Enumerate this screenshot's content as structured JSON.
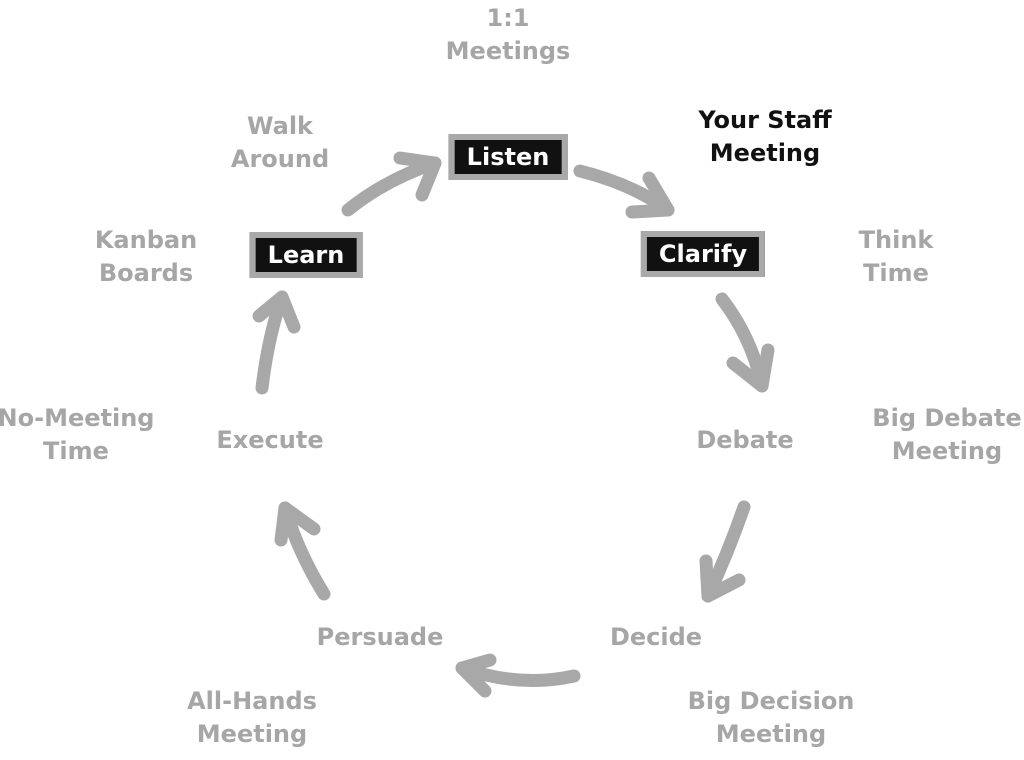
{
  "cycle": {
    "steps": {
      "listen": "Listen",
      "clarify": "Clarify",
      "debate": "Debate",
      "decide": "Decide",
      "persuade": "Persuade",
      "execute": "Execute",
      "learn": "Learn"
    },
    "highlighted_steps": [
      "Listen",
      "Clarify",
      "Learn"
    ]
  },
  "practices": {
    "one_on_one": [
      "1:1",
      "Meetings"
    ],
    "staff_meeting": [
      "Your Staff",
      "Meeting"
    ],
    "think_time": [
      "Think",
      "Time"
    ],
    "big_debate": [
      "Big Debate",
      "Meeting"
    ],
    "big_decision": [
      "Big Decision",
      "Meeting"
    ],
    "all_hands": [
      "All-Hands",
      "Meeting"
    ],
    "no_meeting": [
      "No-Meeting",
      "Time"
    ],
    "kanban": [
      "Kanban",
      "Boards"
    ],
    "walk_around": [
      "Walk",
      "Around"
    ]
  },
  "colors": {
    "arrow": "#a8a8a8",
    "practice_text": "#a6a6a6",
    "emphasis_text": "#111111",
    "box_fill": "#111111",
    "box_border": "#a9a9a9",
    "box_text": "#ffffff"
  }
}
